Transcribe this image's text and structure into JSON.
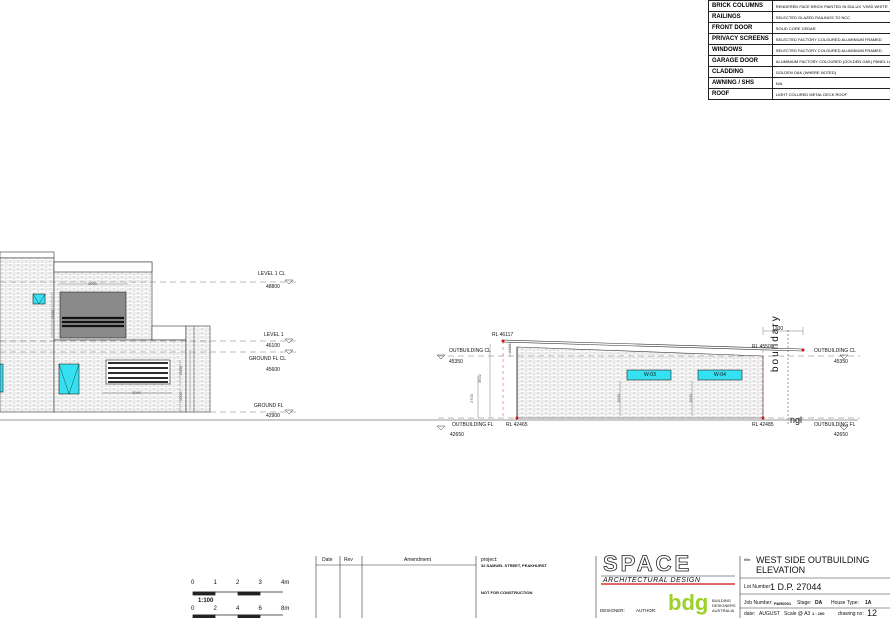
{
  "schedule": [
    {
      "item": "BRICK COLUMNS",
      "spec": "RENDERED FACE BRICK PAINTED IN DULUX 'VIVID WHITE'"
    },
    {
      "item": "RAILINGS",
      "spec": "SELECTED GLAZED RAILINGS TO NCC"
    },
    {
      "item": "FRONT DOOR",
      "spec": "SOLID CORE CEDAR"
    },
    {
      "item": "PRIVACY SCREENS",
      "spec": "SELECTED FACTORY COLOURED ALUMINIUM FRAMED"
    },
    {
      "item": "WINDOWS",
      "spec": "SELECTED FACTORY COLOURED ALUMINIUM FRAMED"
    },
    {
      "item": "GARAGE DOOR",
      "spec": "ALUMINIUM FACTORY COLOURED (GOLDEN OAK) PANEL LIFT D"
    },
    {
      "item": "CLADDING",
      "spec": "GOLDEN OAK (WHERE NOTED)"
    },
    {
      "item": "AWNING / SHS",
      "spec": "N/A"
    },
    {
      "item": "ROOF",
      "spec": "LIGHT COLURED METAL DECK ROOF"
    }
  ],
  "levels": {
    "level1_cl_label": "LEVEL 1 CL",
    "level1_cl_value": "48800",
    "level1_label": "LEVEL 1",
    "level1_value": "46100",
    "ground_fl_cl_label": "GROUND FL CL",
    "ground_fl_cl_value": "45600",
    "ground_fl_label": "GROUND FL",
    "ground_fl_value": "42900"
  },
  "outbuilding": {
    "rl_top_left": "RL 46117",
    "rl_top_right": "RL 45500",
    "rl_bottom_left": "RL 42465",
    "rl_bottom_right": "RL 42485",
    "outbuilding_cl_label": "OUTBUILDING CL",
    "outbuilding_cl_left_value": "45350",
    "outbuilding_cl_right_value": "45350",
    "outbuilding_fl_label": "OUTBUILDING FL",
    "outbuilding_fl_left_value": "42650",
    "outbuilding_fl_right_value": "42650",
    "window_1": "W-03",
    "window_2": "W-04",
    "overhang_dim": "1200",
    "boundary_label": "boundary",
    "ngl_label": "ngl",
    "dims": {
      "d1": "3632",
      "d2": "2700",
      "d3": "1500",
      "d4": "1500",
      "d5": "2450"
    }
  },
  "house_dims": {
    "d1": "3000",
    "d2": "2000",
    "d3": "3000",
    "d4": "2000",
    "d5": "2000"
  },
  "title_block": {
    "col_date": "Date",
    "col_rev": "Rev",
    "col_amendment": "Amendment",
    "project_label": "project:",
    "project_value": "32 SAMUEL STREET, PEAKHURST",
    "not_for_construction": "NOT FOR CONSTRUCTION",
    "scale1_ticks": [
      "0",
      "1",
      "2",
      "3",
      "4m"
    ],
    "scale1_label": "1:100",
    "scale2_ticks": [
      "0",
      "2",
      "4",
      "6",
      "8m"
    ],
    "logo_space": "SPACE",
    "logo_sub": "ARCHITECTURAL DESIGN",
    "designer_label": "DESIGNER:",
    "author_label": "AUTHOR:",
    "bdg": "bdg",
    "bdg_sub": "BUILDING DESIGNERS AUSTRALIA",
    "title_label": "title:",
    "title_value": "WEST SIDE OUTBUILDING ELEVATION",
    "lot_label": "Lot Number:",
    "lot_value": "1 D.P. 27044",
    "job_label": "Job Number:",
    "job_value": "PAR0001",
    "stage_label": "Stage:",
    "stage_value": "DA",
    "house_type_label": "House Type:",
    "house_type_value": "1A",
    "date_label": "date:",
    "date_value": "AUGUST",
    "scale_label": "Scale @ A3",
    "scale_value": "1 : 100",
    "drawing_no_label": "drawing no:",
    "drawing_no_value": "12"
  },
  "colors": {
    "glass": "#35e0f0",
    "line": "#333333",
    "dashed": "#777777",
    "red": "#cc1111"
  }
}
